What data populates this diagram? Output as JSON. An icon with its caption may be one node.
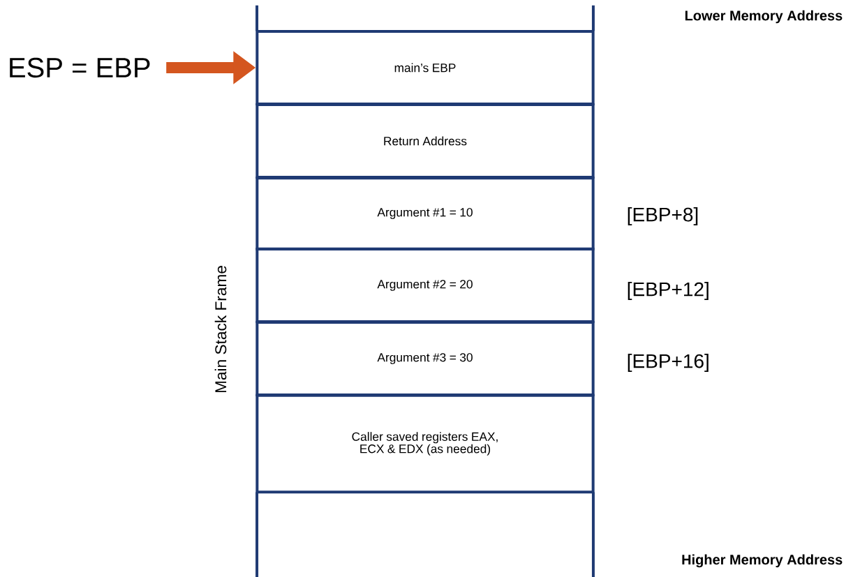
{
  "diagram": {
    "nodes": [
      {
        "text": [],
        "shape": "box"
      },
      {
        "text": [
          "main’s EBP"
        ]
      },
      {
        "text": [
          "Return Address"
        ]
      },
      {
        "text": [
          "Argument #1 = 10"
        ]
      },
      {
        "text": [
          "Argument #2 = 20"
        ]
      },
      {
        "text": [
          "Argument #3 = 30"
        ]
      },
      {
        "text": [
          "Caller saved registers EAX, ECX & EDX (as needed)"
        ]
      },
      {
        "text": [],
        "shape": "box"
      },
      {
        "text": [
          "ESP = EBP"
        ]
      }
    ],
    "edges": [
      {
        "from": 8,
        "to": 1,
        "arrow": "to",
        "color": "#d4561f"
      }
    ],
    "labels": [
      "Lower Memory Address",
      "[EBP+8]",
      "[EBP+12]",
      "[EBP+16]",
      "Main Stack Frame",
      "Higher Memory Address"
    ]
  }
}
